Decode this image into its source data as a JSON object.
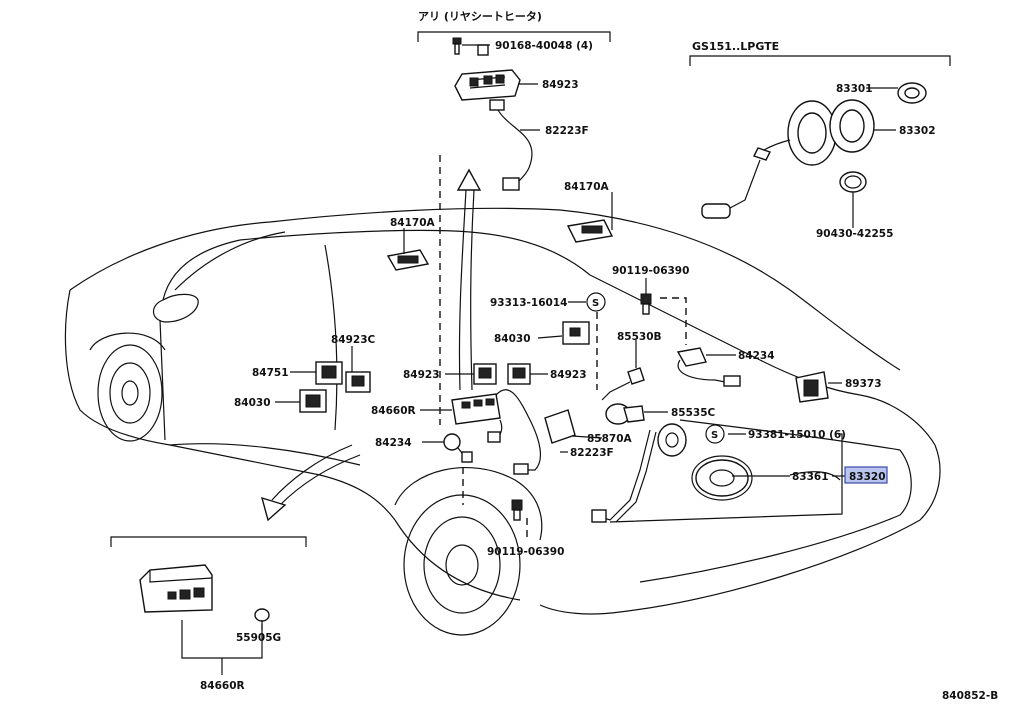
{
  "diagram": {
    "group_with_seat_heater": "アリ (リヤシートヒータ)",
    "group_lpg_engine": "GS151..LPGTE",
    "diagram_code": "840852-B",
    "highlight_color": "#b9c5ee",
    "standard_symbol": "S",
    "labels": {
      "l_90168": "90168-40048 (4)",
      "l_84923_top": "84923",
      "l_82223F_top": "82223F",
      "l_84170A_r": "84170A",
      "l_84170A_l": "84170A",
      "l_83301": "83301",
      "l_83302": "83302",
      "l_90430": "90430-42255",
      "l_90119_top": "90119-06390",
      "l_93313": "93313-16014",
      "l_84030_mid": "84030",
      "l_85530B": "85530B",
      "l_84234_r": "84234",
      "l_84923C": "84923C",
      "l_84751": "84751",
      "l_84923_mid": "84923",
      "l_84923_mid2": "84923",
      "l_89373": "89373",
      "l_84030_left": "84030",
      "l_84660R_mid": "84660R",
      "l_85535C": "85535C",
      "l_84234_l": "84234",
      "l_85870A": "85870A",
      "l_93381": "93381-15010 (6)",
      "l_82223F_low": "82223F",
      "l_83361": "83361",
      "l_83320": "83320",
      "l_90119_low": "90119-06390",
      "l_55905G": "55905G",
      "l_84660R_low": "84660R"
    }
  }
}
